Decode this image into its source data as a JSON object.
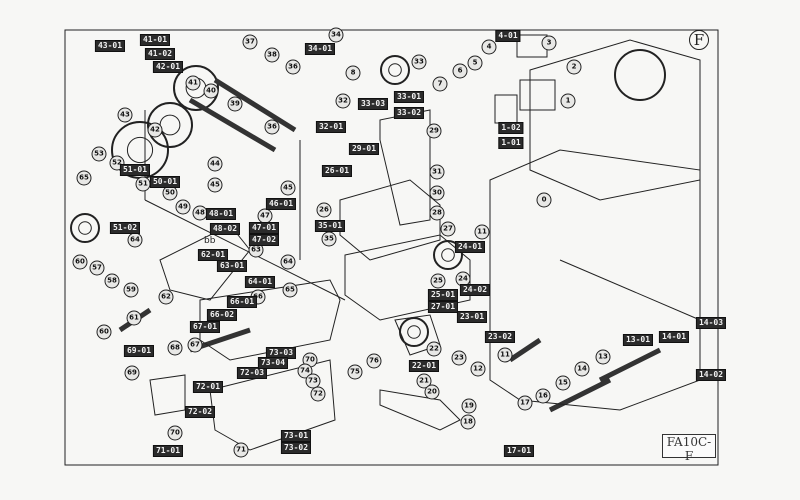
{
  "diagram": {
    "corner_mark": "F",
    "drawing_code": "FA10C-F",
    "annotation": "bb",
    "boxed_labels": [
      "43-01",
      "41-01",
      "41-02",
      "42-01",
      "34-01",
      "33-03",
      "33-01",
      "33-02",
      "32-01",
      "29-01",
      "26-01",
      "4-01",
      "1-02",
      "1-01",
      "51-01",
      "50-01",
      "51-02",
      "48-01",
      "48-02",
      "47-01",
      "47-02",
      "46-01",
      "35-01",
      "24-01",
      "24-02",
      "25-01",
      "27-01",
      "23-01",
      "23-02",
      "22-01",
      "62-01",
      "63-01",
      "64-01",
      "66-01",
      "66-02",
      "67-01",
      "69-01",
      "72-01",
      "72-03",
      "73-03",
      "73-04",
      "72-02",
      "73-01",
      "73-02",
      "71-01",
      "13-01",
      "14-01",
      "14-03",
      "14-02",
      "17-01"
    ],
    "circled_labels": [
      "37",
      "38",
      "36",
      "41",
      "43",
      "42",
      "40",
      "39",
      "36",
      "44",
      "45",
      "45",
      "47",
      "53",
      "52",
      "51",
      "50",
      "49",
      "48",
      "65",
      "64",
      "60",
      "57",
      "58",
      "59",
      "34",
      "8",
      "32",
      "33",
      "29",
      "31",
      "30",
      "28",
      "27",
      "26",
      "35",
      "4",
      "3",
      "2",
      "6",
      "5",
      "7",
      "1",
      "0",
      "11",
      "25",
      "24",
      "62",
      "63",
      "64",
      "65",
      "66",
      "61",
      "60",
      "67",
      "68",
      "69",
      "70",
      "76",
      "75",
      "74",
      "73",
      "72",
      "70",
      "71",
      "21",
      "20",
      "19",
      "18",
      "22",
      "23",
      "11",
      "12",
      "13",
      "14",
      "15",
      "16",
      "17"
    ],
    "colors": {
      "line": "#222222",
      "paper": "#f7f7f5",
      "label_fill": "#2b2b2b"
    }
  }
}
